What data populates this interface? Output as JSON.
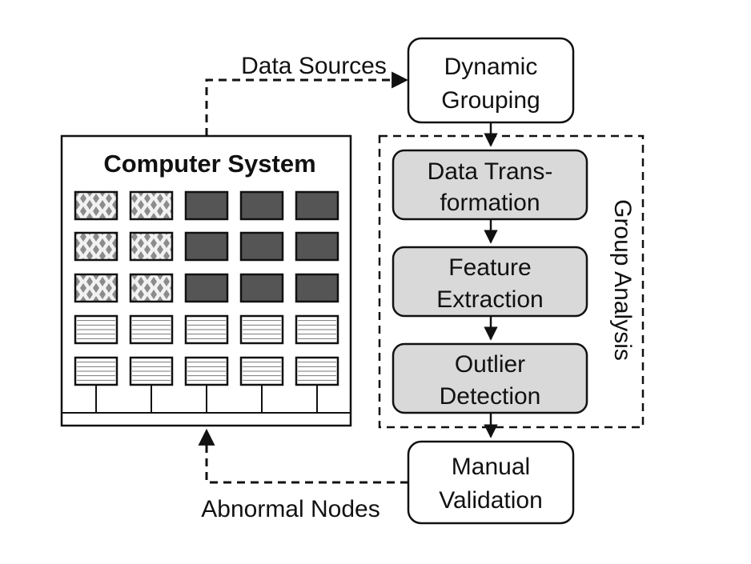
{
  "labels": {
    "data_sources": "Data Sources",
    "abnormal_nodes": "Abnormal Nodes",
    "group_analysis": "Group Analysis"
  },
  "system": {
    "title": "Computer System",
    "grid": [
      [
        "dotted",
        "dotted",
        "dark",
        "dark",
        "dark"
      ],
      [
        "dotted",
        "dotted",
        "dark",
        "dark",
        "dark"
      ],
      [
        "dotted",
        "dotted",
        "dark",
        "dark",
        "dark"
      ],
      [
        "striped",
        "striped",
        "striped",
        "striped",
        "striped"
      ],
      [
        "striped",
        "striped",
        "striped",
        "striped",
        "striped"
      ]
    ]
  },
  "boxes": {
    "dynamic_grouping": [
      "Dynamic",
      "Grouping"
    ],
    "data_transformation": [
      "Data Trans-",
      "formation"
    ],
    "feature_extraction": [
      "Feature",
      "Extraction"
    ],
    "outlier_detection": [
      "Outlier",
      "Detection"
    ],
    "manual_validation": [
      "Manual",
      "Validation"
    ]
  },
  "colors": {
    "shaded_box": "#d9d9d9",
    "dark_node": "#555555",
    "dotted_node_bg": "#f2f2f2",
    "dotted_node_dot": "#8c8c8c",
    "stroke": "#111111"
  }
}
